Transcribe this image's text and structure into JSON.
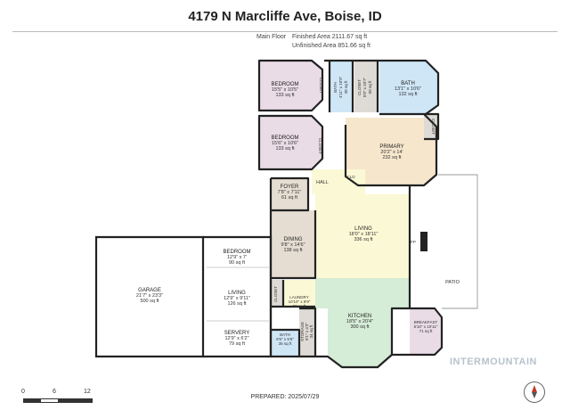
{
  "title": "4179 N Marcliffe Ave, Boise, ID",
  "floor": {
    "name": "Main Floor",
    "finished_area": "Finished Area 2111.67 sq ft",
    "unfinished_area": "Unfinished Area 851.66 sq ft"
  },
  "colors": {
    "bath": "#cfe6f6",
    "primary": "#f6e7cc",
    "living": "#fbf9d5",
    "kitchen": "#d5ecd6",
    "bedrooms": "#eadce6",
    "dining": "#e6ddd2",
    "closet": "#dedad5",
    "walls": "#222222",
    "unfinished": "#ffffff"
  },
  "rooms": {
    "bedroom1": {
      "name": "BEDROOM",
      "dims": "15'5\" x 10'5\"",
      "area": "133 sq ft"
    },
    "bedroom2": {
      "name": "BEDROOM",
      "dims": "15'6\" x 10'6\"",
      "area": "133 sq ft"
    },
    "bath_top": {
      "name": "BATH",
      "dims": "4'11\" x 10'9\"",
      "area": "38 sq ft"
    },
    "closet_top": {
      "name": "CLOSET",
      "dims": "5'8\" x 10'7\"",
      "area": "50 sq ft"
    },
    "bath_primary": {
      "name": "BATH",
      "dims": "13'1\" x 10'6\"",
      "area": "132 sq ft"
    },
    "primary": {
      "name": "PRIMARY",
      "dims": "20'2\" x 14'",
      "area": "232 sq ft"
    },
    "foyer": {
      "name": "FOYER",
      "dims": "7'8\" x 7'11\"",
      "area": "61 sq ft"
    },
    "hall": {
      "name": "HALL"
    },
    "clo": {
      "name": "CLO"
    },
    "living": {
      "name": "LIVING",
      "dims": "18'0\" x 18'11\"",
      "area": "336 sq ft"
    },
    "fp": {
      "name": "FP"
    },
    "dining": {
      "name": "DINING",
      "dims": "9'8\" x 14'6\"",
      "area": "138 sq ft"
    },
    "garage": {
      "name": "GARAGE",
      "dims": "21'7\" x 23'3\"",
      "area": "500 sq ft"
    },
    "bedroom_lower": {
      "name": "BEDROOM",
      "dims": "12'9\" x 7'",
      "area": "90 sq ft"
    },
    "living_lower": {
      "name": "LIVING",
      "dims": "12'9\" x 9'11\"",
      "area": "126 sq ft"
    },
    "servery": {
      "name": "SERVERY",
      "dims": "12'9\" x 6'2\"",
      "area": "79 sq ft"
    },
    "laundry": {
      "name": "LAUNDRY",
      "dims": "10'10\" x 8'9\"",
      "area": "59 sq ft"
    },
    "bath_lower": {
      "name": "BATH",
      "dims": "6'5\" x 5'6\"",
      "area": "35 sq ft"
    },
    "storage": {
      "name": "STORAGE",
      "dims": "8'1\" x 4'3\"",
      "area": "34 sq ft"
    },
    "kitchen": {
      "name": "KITCHEN",
      "dims": "18'5\" x 20'4\"",
      "area": "300 sq ft"
    },
    "breakfast": {
      "name": "BREAKFAST",
      "dims": "6'10\" x 10'11\"",
      "area": "71 sq ft"
    },
    "patio": {
      "name": "PATIO"
    }
  },
  "closet_label": "CLOSET",
  "scale": {
    "labels": [
      "0",
      "6",
      "12"
    ],
    "unit": "ft"
  },
  "prepared": "PREPARED: 2025/07/29",
  "watermark": "INTERMOUNTAIN",
  "compass_icon": "north-arrow-icon"
}
